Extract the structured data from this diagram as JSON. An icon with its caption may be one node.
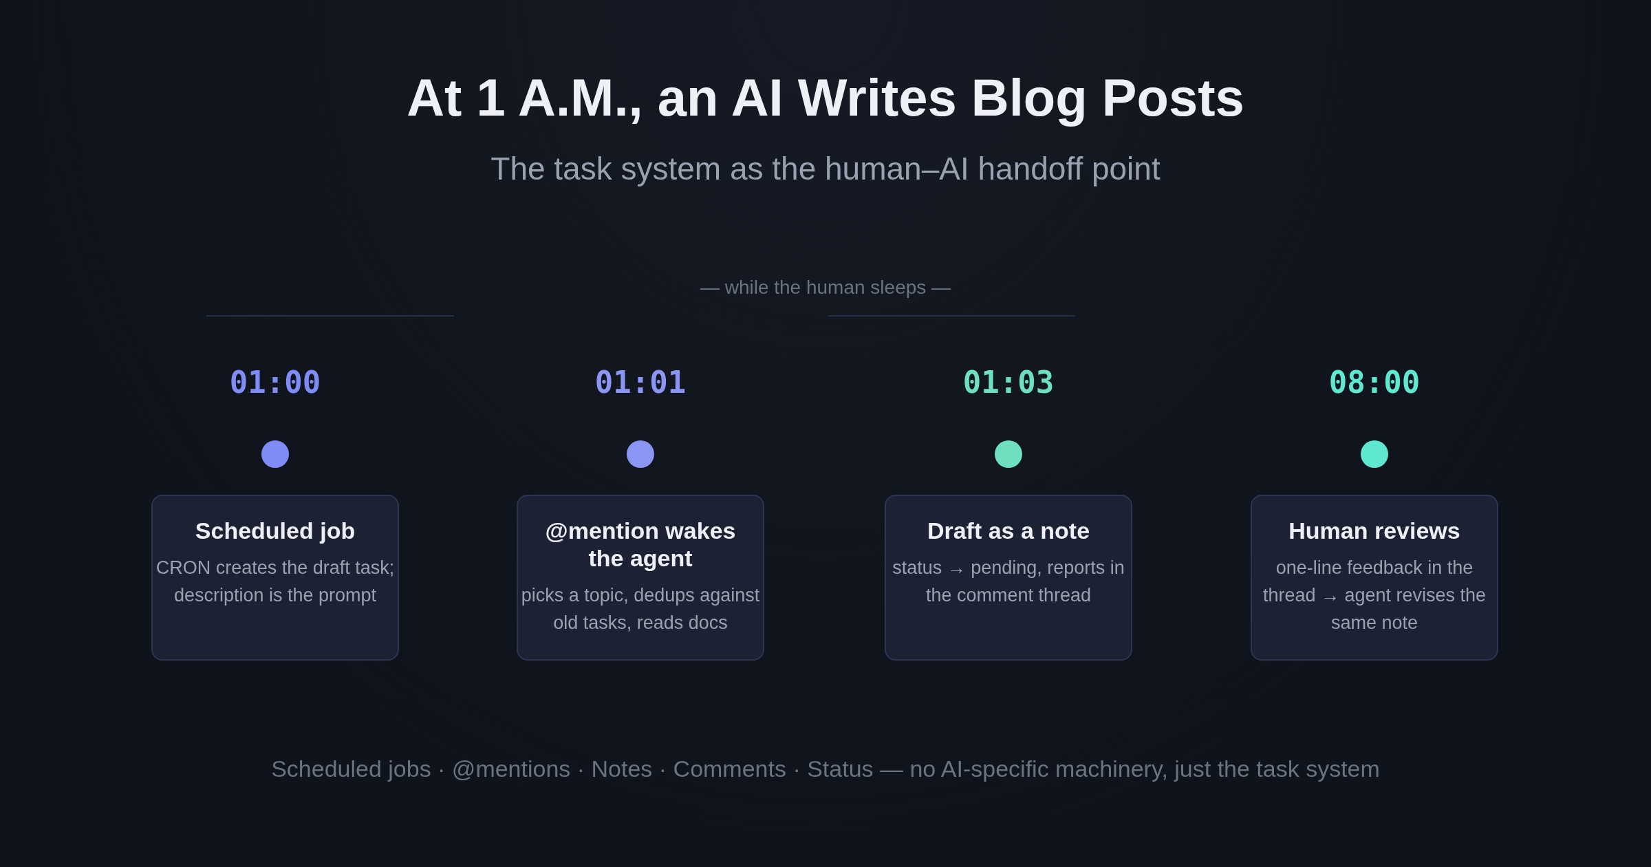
{
  "diagram": {
    "title": "At 1 A.M., an AI Writes Blog Posts",
    "nodes": [
      {
        "text": [
          "Scheduled job",
          "CRON creates the draft task; description is the prompt"
        ],
        "beside": [
          "01:00"
        ]
      },
      {
        "text": [
          "@mention wakes the agent",
          "picks a topic, dedups against old tasks, reads docs"
        ],
        "beside": [
          "01:01"
        ]
      },
      {
        "text": [
          "Draft as a note",
          "status → pending, reports in the comment thread"
        ],
        "beside": [
          "01:03"
        ]
      },
      {
        "text": [
          "Human reviews",
          "one-line feedback in the thread → agent revises the same note"
        ],
        "beside": [
          "08:00"
        ]
      }
    ],
    "labels": [
      "The task system as the human–AI handoff point",
      "— while the human sleeps —",
      "Scheduled jobs · @mentions · Notes · Comments · Status — no AI-specific machinery, just the task system"
    ]
  }
}
